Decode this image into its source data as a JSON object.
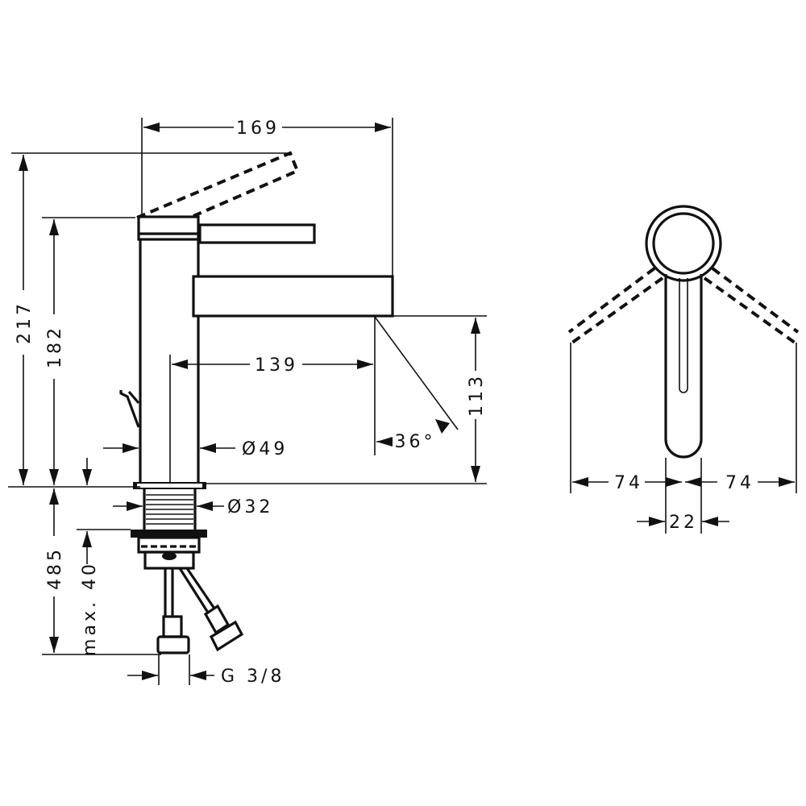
{
  "labels": {
    "width_total": "169",
    "height_total": "217",
    "height_lever": "182",
    "spout_reach": "139",
    "spout_height": "113",
    "angle": "36°",
    "body_diameter": "Ø49",
    "shank_diameter": "Ø32",
    "below_deck": "485",
    "max_thickness": "max. 40",
    "connection": "G 3/8",
    "lever_swing_left": "74",
    "lever_swing_right": "74",
    "handle_width": "22"
  }
}
